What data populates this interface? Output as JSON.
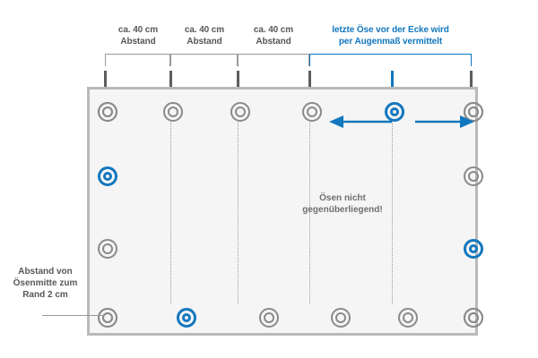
{
  "diagram": {
    "title_note_blue": {
      "line1": "letzte Öse vor der Ecke wird",
      "line2": "per Augenmaß vermittelt"
    },
    "spacing_labels": [
      {
        "line1": "ca. 40 cm",
        "line2": "Abstand"
      },
      {
        "line1": "ca. 40 cm",
        "line2": "Abstand"
      },
      {
        "line1": "ca. 40 cm",
        "line2": "Abstand"
      }
    ],
    "center_note": {
      "line1": "Ösen nicht",
      "line2": "gegenüberliegend!"
    },
    "edge_note": {
      "line1": "Abstand von",
      "line2": "Ösenmitte zum",
      "line3": "Rand 2 cm"
    },
    "colors": {
      "accent_blue": "#1277be",
      "eyelet_gray": "#8a8a8a",
      "panel_fill": "#f5f5f5",
      "panel_border": "#b9b9b9",
      "text_gray": "#575757"
    },
    "eyelets": {
      "top_row_count": 6,
      "bottom_row_count": 6,
      "left_col_count": 4,
      "right_col_count": 4,
      "highlighted_top_index": 5,
      "highlighted_bottom_index": 2,
      "highlighted_left_index": 2,
      "highlighted_right_index": 3
    }
  }
}
